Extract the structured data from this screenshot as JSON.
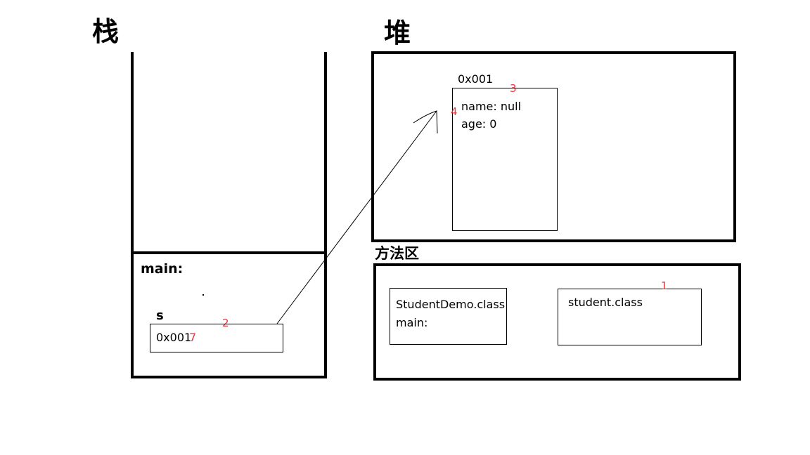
{
  "stack": {
    "title": "栈",
    "frame_label": "main:",
    "var_name": "s",
    "var_value": "0x001",
    "marker_var": "7",
    "marker_frame": "2"
  },
  "heap": {
    "title": "堆",
    "object_address": "0x001",
    "fields": [
      "name: null",
      "age: 0"
    ],
    "marker_object": "3",
    "marker_arrow": "4"
  },
  "method_area": {
    "title": "方法区",
    "class1_name": "StudentDemo.class",
    "class1_method": "main:",
    "class2_name": "student.class",
    "marker_class2": "1"
  },
  "colors": {
    "annotation": "#e8373d",
    "line": "#000000"
  }
}
